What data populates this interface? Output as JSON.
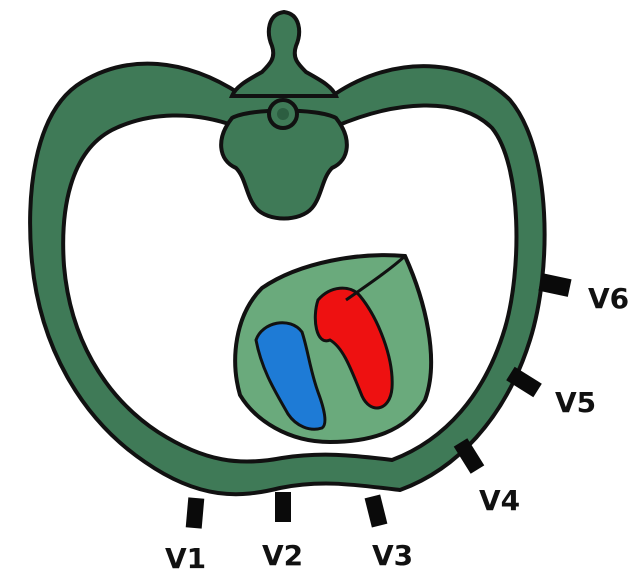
{
  "diagram": {
    "colors": {
      "thorax": "#3f7a57",
      "heart": "#6aaa7c",
      "outline": "#111111",
      "right_ventricle": "#1e7bd6",
      "left_ventricle": "#ee1111",
      "electrode": "#0a0a0a",
      "background": "#ffffff"
    },
    "leads": [
      {
        "label": "V1"
      },
      {
        "label": "V2"
      },
      {
        "label": "V3"
      },
      {
        "label": "V4"
      },
      {
        "label": "V5"
      },
      {
        "label": "V6"
      }
    ]
  }
}
